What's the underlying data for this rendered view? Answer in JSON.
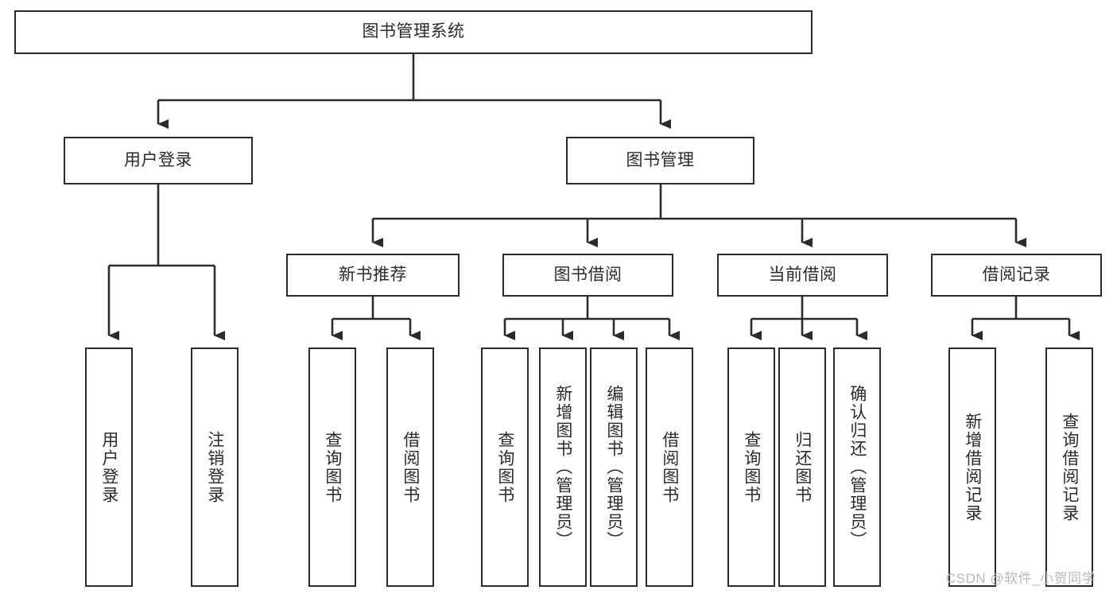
{
  "diagram": {
    "type": "tree-hierarchy-chart",
    "title": "图书管理系统",
    "root": {
      "id": "root",
      "label": "图书管理系统"
    },
    "level2": [
      {
        "id": "user-login",
        "label": "用户登录"
      },
      {
        "id": "book-management",
        "label": "图书管理"
      }
    ],
    "level3": [
      {
        "id": "new-book-recommend",
        "label": "新书推荐",
        "parent": "book-management"
      },
      {
        "id": "book-borrow",
        "label": "图书借阅",
        "parent": "book-management"
      },
      {
        "id": "current-borrow",
        "label": "当前借阅",
        "parent": "book-management"
      },
      {
        "id": "borrow-record",
        "label": "借阅记录",
        "parent": "book-management"
      }
    ],
    "leaves": {
      "user_login": [
        {
          "id": "leaf-user-login",
          "label": "用户登录"
        },
        {
          "id": "leaf-user-logout",
          "label": "注销登录"
        }
      ],
      "new_book_recommend": [
        {
          "id": "leaf-query-book-1",
          "label": "查询图书"
        },
        {
          "id": "leaf-borrow-book-1",
          "label": "借阅图书"
        }
      ],
      "book_borrow": [
        {
          "id": "leaf-query-book-2",
          "label": "查询图书"
        },
        {
          "id": "leaf-add-book",
          "label": "新增图书（管理员）"
        },
        {
          "id": "leaf-edit-book",
          "label": "编辑图书（管理员）"
        },
        {
          "id": "leaf-borrow-book-2",
          "label": "借阅图书"
        }
      ],
      "current_borrow": [
        {
          "id": "leaf-query-book-3",
          "label": "查询图书"
        },
        {
          "id": "leaf-return-book",
          "label": "归还图书"
        },
        {
          "id": "leaf-confirm-return",
          "label": "确认归还（管理员）"
        }
      ],
      "borrow_record": [
        {
          "id": "leaf-add-record",
          "label": "新增借阅记录"
        },
        {
          "id": "leaf-query-record",
          "label": "查询借阅记录"
        }
      ]
    }
  },
  "watermark": {
    "text": "CSDN @软件_小贺同学"
  },
  "colors": {
    "stroke": "#2b2b2b",
    "background": "#ffffff",
    "text": "#2b2b2b",
    "watermark": "#b9b9b9"
  }
}
